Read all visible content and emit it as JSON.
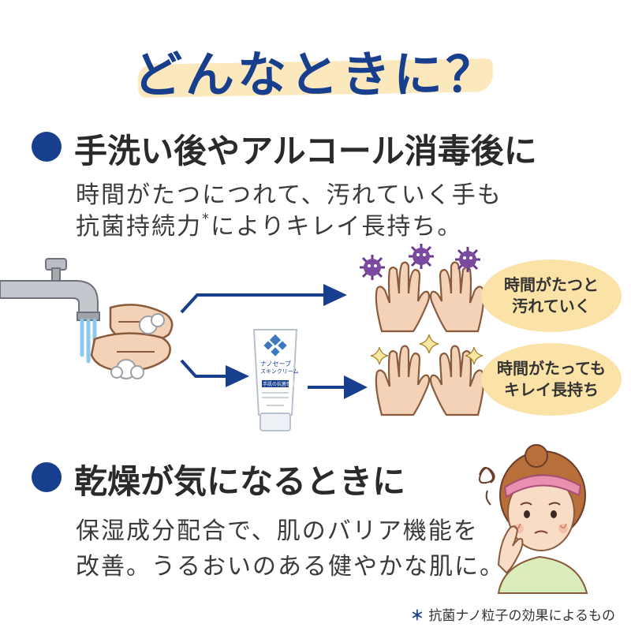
{
  "title": "どんなときに？",
  "section1": {
    "heading": "手洗い後やアルコール消毒後に",
    "line1": "時間がたつにつれて、汚れていく手も",
    "line2_main": "抗菌持続力",
    "line2_star": "*",
    "line2_tail": "によりキレイ長持ち。"
  },
  "bubbles": {
    "top": {
      "line1": "時間がたつと",
      "line2": "汚れていく"
    },
    "bottom": {
      "line1": "時間がたっても",
      "line2": "キレイ長持ち"
    }
  },
  "product": {
    "name_line1": "ナノセーブ",
    "name_line2": "スキンクリーム",
    "badge": "手肌の抗菌保湿"
  },
  "section2": {
    "heading": "乾燥が気になるときに",
    "line1": "保湿成分配合で、肌のバリア機能を",
    "line2": "改善。うるおいのある健やかな肌に。"
  },
  "footnote": {
    "star": "＊",
    "text": "抗菌ナノ粒子の効果によるもの"
  },
  "colors": {
    "accent": "#173f8d",
    "highlight": "#fbe6b6",
    "bubble": "#fbe3a8",
    "virus": "#6b3a8f"
  }
}
